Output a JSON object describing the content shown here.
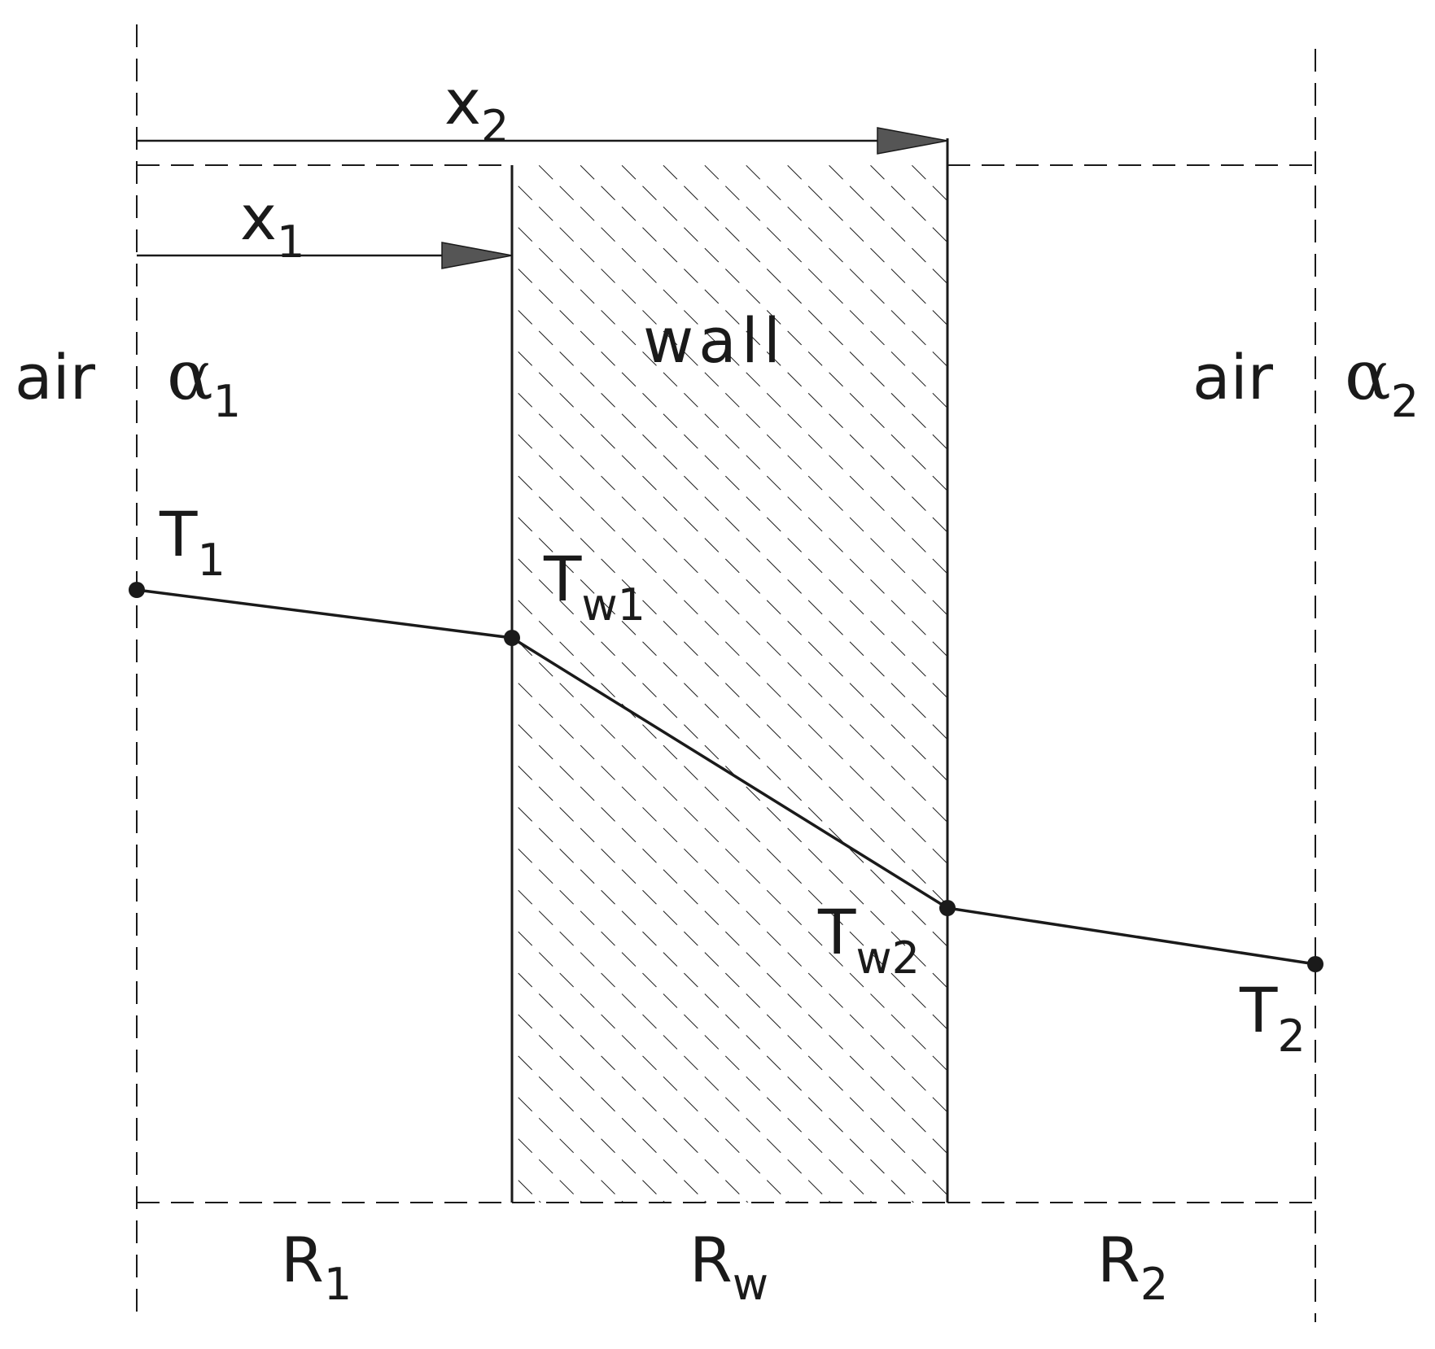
{
  "labels": {
    "x2_main": "x",
    "x2_sub": "2",
    "x1_main": "x",
    "x1_sub": "1",
    "wall": "wall",
    "air_left": "air",
    "alpha1_main": "α",
    "alpha1_sub": "1",
    "air_right": "air",
    "alpha2_main": "α",
    "alpha2_sub": "2",
    "t1_main": "T",
    "t1_sub": "1",
    "tw1_main": "T",
    "tw1_sub": "w1",
    "tw2_main": "T",
    "tw2_sub": "w2",
    "t2_main": "T",
    "t2_sub": "2",
    "r1_main": "R",
    "r1_sub": "1",
    "rw_main": "R",
    "rw_sub": "w",
    "r2_main": "R",
    "r2_sub": "2"
  },
  "colors": {
    "ink": "#1a1a1a",
    "arrowhead": "#555555"
  }
}
